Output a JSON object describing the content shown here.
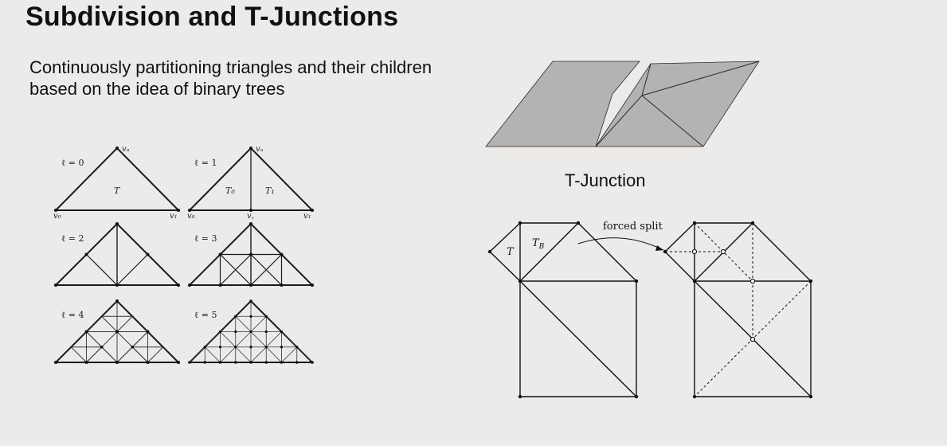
{
  "slide": {
    "title": "Subdivision and T-Junctions",
    "subtitle": "Continuously partitioning triangles and their children based on the idea of binary trees"
  },
  "subdivision": {
    "levels": [
      {
        "label": "ℓ = 0",
        "region_labels": [
          "T"
        ],
        "vertex_labels": [
          "v₀",
          "v₁",
          "vₐ"
        ]
      },
      {
        "label": "ℓ = 1",
        "region_labels": [
          "T₀",
          "T₁"
        ],
        "vertex_labels": [
          "v₀",
          "v₁",
          "vₐ",
          "v꜀"
        ]
      },
      {
        "label": "ℓ = 2"
      },
      {
        "label": "ℓ = 3"
      },
      {
        "label": "ℓ = 4"
      },
      {
        "label": "ℓ = 5"
      }
    ]
  },
  "tjunction": {
    "caption": "T-Junction",
    "colors": {
      "surface": "#b3b3b3",
      "edge": "#2a2a2a"
    }
  },
  "forced_split": {
    "arrow_label": "forced split",
    "triangle_labels": [
      "T",
      "T_B"
    ]
  }
}
